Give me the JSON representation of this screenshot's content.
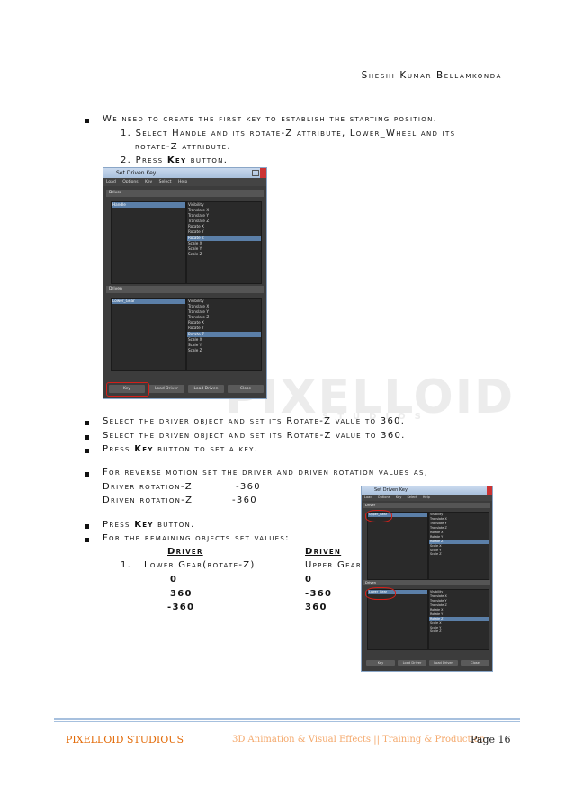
{
  "header": {
    "author": "Sheshi Kumar Bellamkonda"
  },
  "intro": {
    "bullet": "We need to create the first key to establish the starting position.",
    "step1_line1": "1. Select Handle and its rotate-Z attribute, Lower_Wheel and its",
    "step1_line2": "rotate-Z attribute.",
    "step2_pre": "2. Press ",
    "step2_key": "Key",
    "step2_post": " button."
  },
  "bullets2": [
    "Select the driver object and set its Rotate-Z value to 360.",
    "Select the driven object and set its Rotate-Z value to 360."
  ],
  "press_key_1": {
    "pre": "Press ",
    "key": "Key",
    "post": " button to set a key."
  },
  "reverse": {
    "line": "For reverse motion set the  driver and driven rotation values as,",
    "driver_label": "Driver rotation-Z",
    "driver_value": "-360",
    "driven_label": "Driven rotation-Z",
    "driven_value": "-360"
  },
  "press_key_2": {
    "pre": "Press ",
    "key": "Key",
    "post": " button."
  },
  "remaining": {
    "line": "For the remaining objects set values:",
    "col_driver": "Driver",
    "col_driven": "Driven",
    "row_num": "1.",
    "driver_name": "Lower Gear(rotate-Z)",
    "driven_name": "Upper Gear(rotate-Z)",
    "rows": [
      [
        "0",
        "0"
      ],
      [
        "360",
        "-360"
      ],
      [
        "-360",
        "360"
      ]
    ]
  },
  "window1": {
    "title": "Set Driven Key",
    "menu": [
      "Load",
      "Options",
      "Key",
      "Select",
      "Help"
    ],
    "driver_label": "Driver",
    "driven_label": "Driven",
    "driver_object": "Handle",
    "driven_object": "Lower_Gear",
    "attributes": [
      "Visibility",
      "Translate X",
      "Translate Y",
      "Translate Z",
      "Rotate X",
      "Rotate Y",
      "Rotate Z",
      "Scale X",
      "Scale Y",
      "Scale Z"
    ],
    "buttons": [
      "Key",
      "Load Driver",
      "Load Driven",
      "Close"
    ]
  },
  "window2": {
    "title": "Set Driven Key",
    "menu": [
      "Load",
      "Options",
      "Key",
      "Select",
      "Help"
    ],
    "driver_label": "Driver",
    "driven_label": "Driven",
    "driver_object": "Upper_Gear",
    "driven_object": "Lower_Gear",
    "attributes": [
      "Visibility",
      "Translate X",
      "Translate Y",
      "Translate Z",
      "Rotate X",
      "Rotate Y",
      "Rotate Z",
      "Scale X",
      "Scale Y",
      "Scale Z"
    ],
    "buttons": [
      "Key",
      "Load Driver",
      "Load Driven",
      "Close"
    ]
  },
  "watermark": {
    "text": "PIXELLOID",
    "sub": "STUDIOS"
  },
  "footer": {
    "left": "PIXELLOID STUDIOUS",
    "center": "3D Animation & Visual Effects || Training & Production",
    "page": "Page 16"
  },
  "colors": {
    "footer_orange": "#e36c0a",
    "footer_line": "#4f81bd",
    "selection_blue": "#5b7fa8",
    "annotation_red": "#d4201a"
  }
}
